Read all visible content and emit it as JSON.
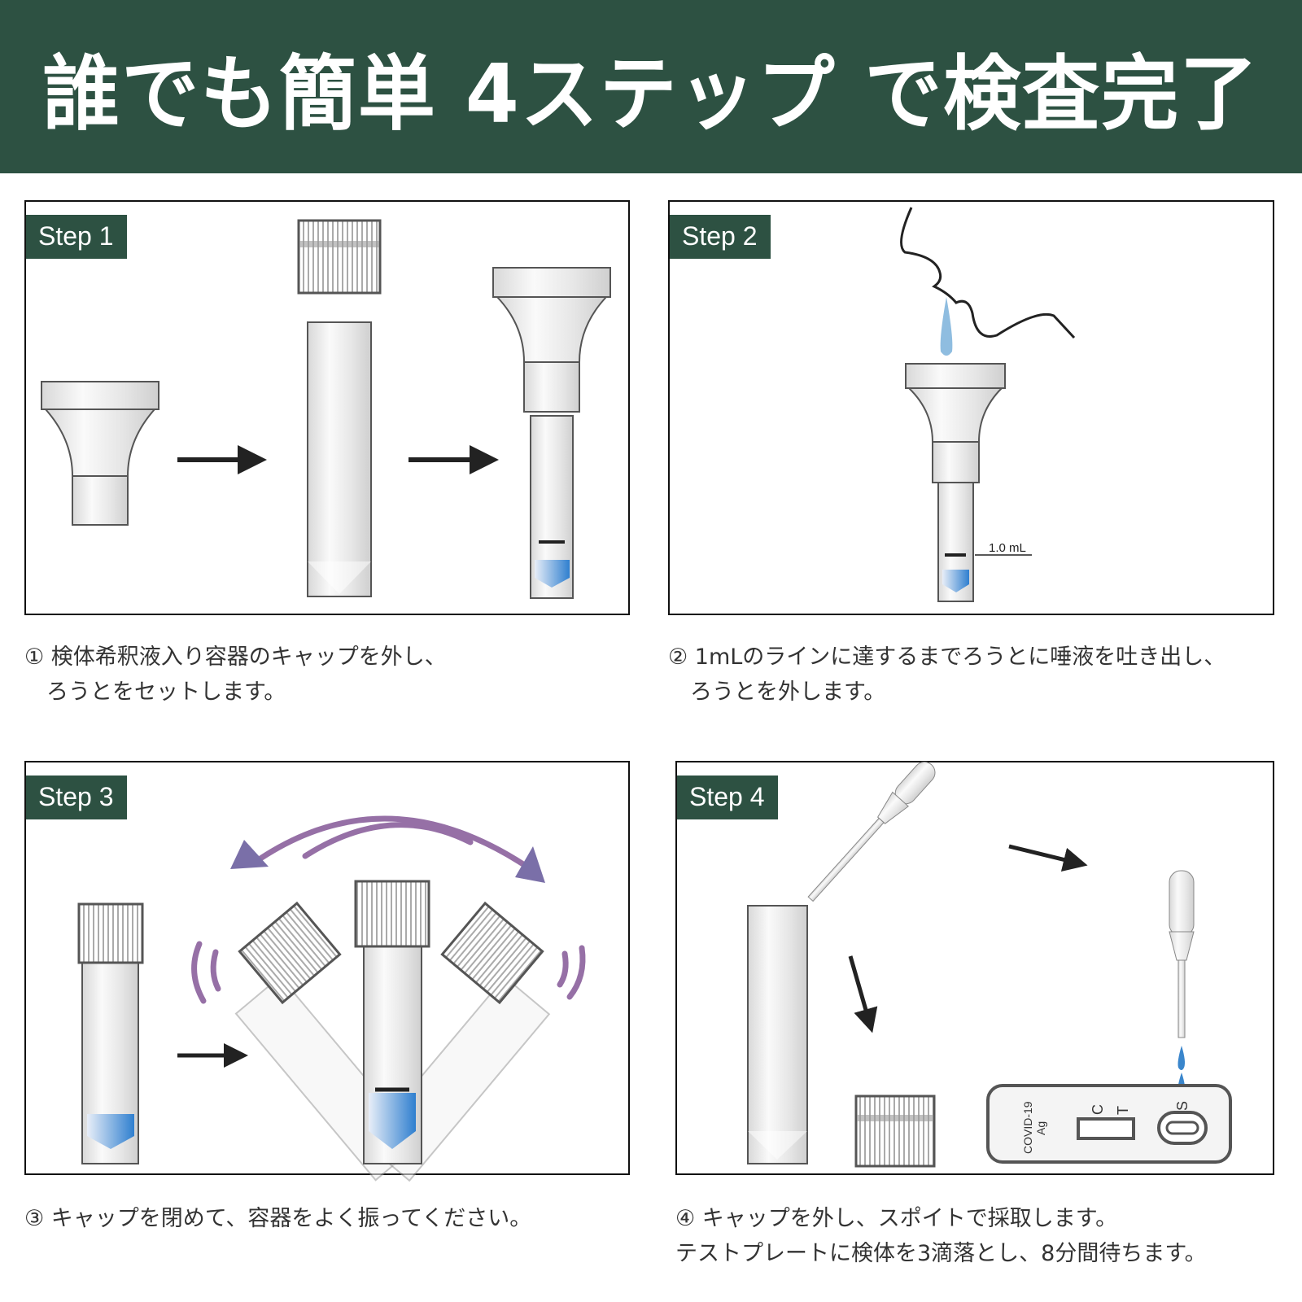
{
  "header": {
    "title": "誰でも簡単 4ステップ で検査完了"
  },
  "colors": {
    "header_bg": "#2d5142",
    "liquid": "#3a86cc",
    "arc": "#9670a6"
  },
  "steps": [
    {
      "label": "Step 1",
      "caption": [
        "① 検体希釈液入り容器のキャップを外し、",
        "　ろうとをセットします。"
      ]
    },
    {
      "label": "Step 2",
      "caption": [
        "② 1mLのラインに達するまでろうとに唾液を吐き出し、",
        "　ろうとを外します。"
      ],
      "volume_label": "1.0 mL"
    },
    {
      "label": "Step 3",
      "caption": [
        "③ キャップを閉めて、容器をよく振ってください。"
      ]
    },
    {
      "label": "Step 4",
      "caption": [
        "④ キャップを外し、スポイトで採取します。",
        "テストプレートに検体を3滴落とし、8分間待ちます。"
      ],
      "cassette": {
        "name": "COVID-19",
        "sub": "Ag",
        "c": "C",
        "t": "T",
        "s": "S"
      }
    }
  ]
}
